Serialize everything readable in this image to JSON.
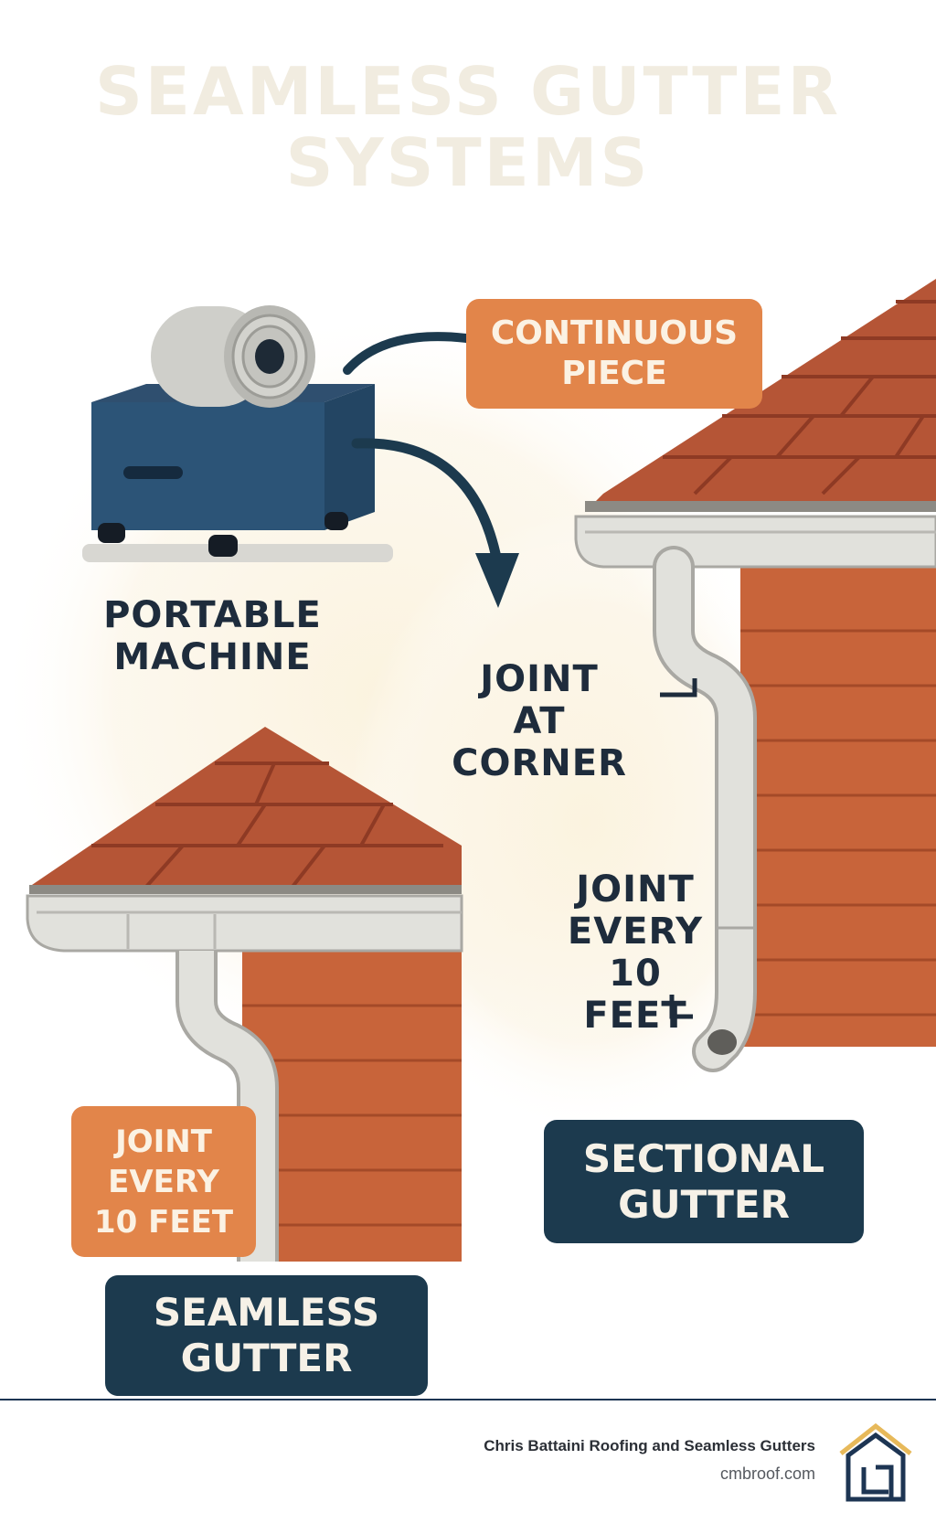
{
  "title": {
    "line1": "SEAMLESS GUTTER",
    "line2": "SYSTEMS"
  },
  "labels": {
    "portable_machine": [
      "PORTABLE",
      "MACHINE"
    ],
    "continuous_piece": [
      "CONTINUOUS",
      "PIECE"
    ],
    "joint_at_corner": [
      "JOINT",
      "AT CORNER"
    ],
    "joint_every_right": [
      "JOINT",
      "EVERY",
      "10 FEET"
    ],
    "joint_every_left": [
      "JOINT",
      "EVERY",
      "10 FEET"
    ],
    "sectional_gutter": [
      "SECTIONAL",
      "GUTTER"
    ],
    "seamless_gutter": [
      "SEAMLESS",
      "GUTTER"
    ]
  },
  "footer": {
    "company": "Chris Battaini Roofing and Seamless Gutters",
    "url": "cmbroof.com"
  },
  "colors": {
    "orange": "#e2854a",
    "navy": "#1c3a4e",
    "roof": "#b55536",
    "siding": "#c8643a",
    "gutter": "#e1e1dc",
    "title": "#f1ece0"
  },
  "icons": [
    "coil-roll-icon",
    "machine-box-icon",
    "curved-arrow-icon",
    "house-logo-icon"
  ]
}
